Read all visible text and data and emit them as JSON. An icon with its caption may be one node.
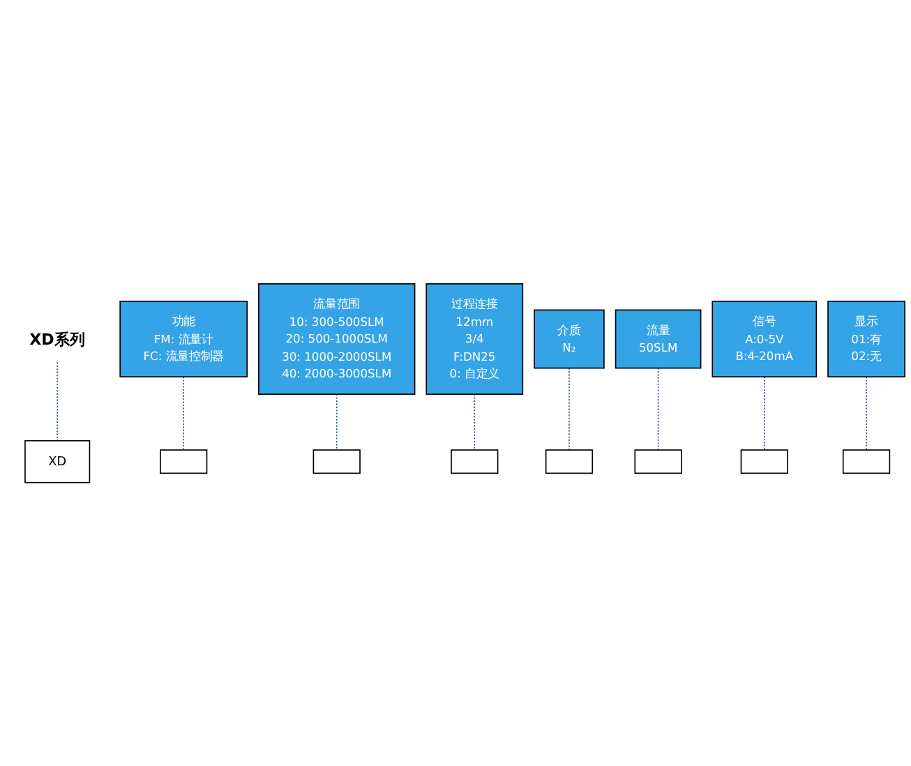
{
  "diagram": {
    "nodes": [
      {
        "text": [
          "XD系列"
        ]
      },
      {
        "text": [
          "功能",
          "FM: 流量计",
          "FC: 流量控制器"
        ]
      },
      {
        "text": [
          "流量范围",
          "10: 300-500SLM",
          "20: 500-1000SLM",
          "30: 1000-2000SLM",
          "40: 2000-3000SLM"
        ]
      },
      {
        "text": [
          "过程连接",
          "12mm",
          "3/4",
          "F:DN25",
          "0: 自定义"
        ]
      },
      {
        "text": [
          "介质",
          "N₂"
        ]
      },
      {
        "text": [
          "流量",
          "50SLM"
        ]
      },
      {
        "text": [
          "信号",
          "A:0-5V",
          "B:4-20mA"
        ]
      },
      {
        "text": [
          "显示",
          "01:有",
          "02:无"
        ]
      },
      {
        "text": [
          "XD"
        ]
      },
      {
        "text": [],
        "shape": "box"
      },
      {
        "text": [],
        "shape": "box"
      },
      {
        "text": [],
        "shape": "box"
      },
      {
        "text": [],
        "shape": "box"
      },
      {
        "text": [],
        "shape": "box"
      },
      {
        "text": [],
        "shape": "box"
      },
      {
        "text": [],
        "shape": "box"
      }
    ],
    "edges": [
      {
        "from": 0,
        "to": 8,
        "arrow": "none",
        "style": "dashed"
      },
      {
        "from": 1,
        "to": 9,
        "arrow": "none",
        "style": "dashed"
      },
      {
        "from": 2,
        "to": 10,
        "arrow": "none",
        "style": "dashed"
      },
      {
        "from": 3,
        "to": 11,
        "arrow": "none",
        "style": "dashed"
      },
      {
        "from": 4,
        "to": 12,
        "arrow": "none",
        "style": "dashed"
      },
      {
        "from": 5,
        "to": 13,
        "arrow": "none",
        "style": "dashed"
      },
      {
        "from": 6,
        "to": 14,
        "arrow": "none",
        "style": "dashed"
      },
      {
        "from": 7,
        "to": 15,
        "arrow": "none",
        "style": "dashed"
      }
    ]
  }
}
